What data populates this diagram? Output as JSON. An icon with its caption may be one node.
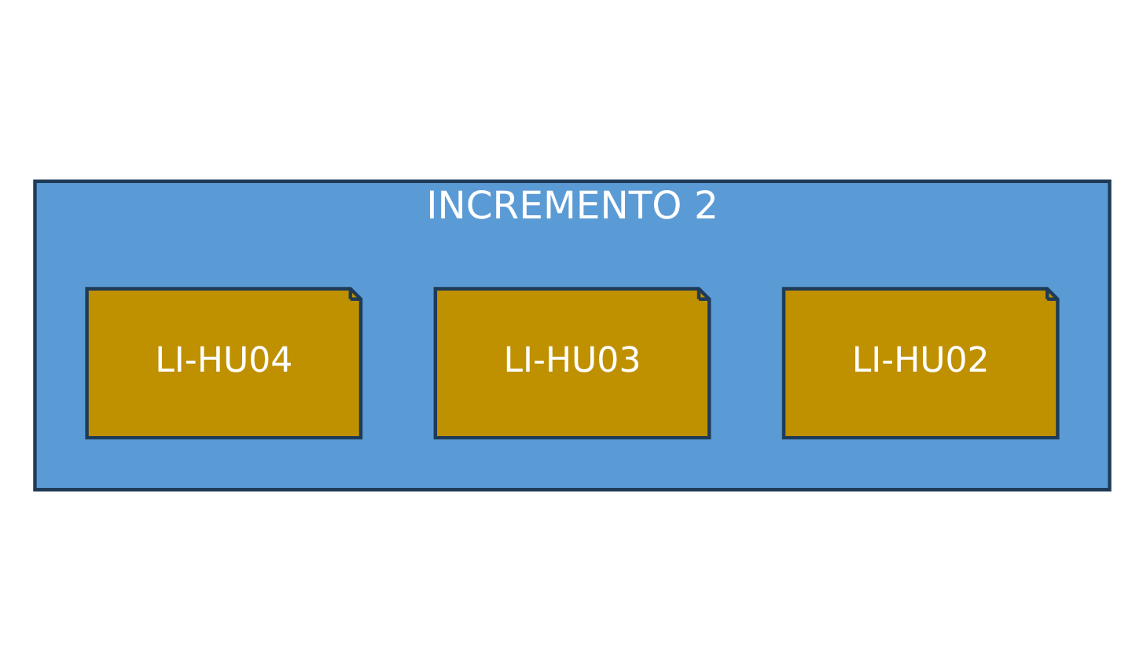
{
  "diagram": {
    "nodes": [
      {
        "text": [
          "INCREMENTO 2"
        ]
      },
      {
        "text": [
          "LI-HU02"
        ],
        "in": 0
      },
      {
        "text": [
          "LI-HU03"
        ],
        "in": 0
      },
      {
        "text": [
          "LI-HU04"
        ],
        "in": 0
      }
    ],
    "edges": []
  }
}
